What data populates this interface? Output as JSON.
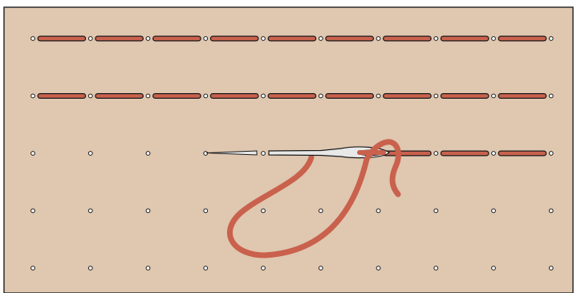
{
  "diagram": {
    "subject": "running-stitch-illustration",
    "colors": {
      "fabric": "#dfc7b0",
      "fabric_border": "#2b2b2b",
      "thread": "#c9614d",
      "outline": "#1a1a1a",
      "hole_fill": "#ffffff",
      "needle": "#e8e8e8"
    },
    "grid": {
      "columns": 10,
      "rows": 5
    },
    "rows": [
      {
        "stitched": true
      },
      {
        "stitched": true
      },
      {
        "stitched": "partial",
        "stitches_from_column": 6
      },
      {
        "stitched": false
      },
      {
        "stitched": false
      }
    ]
  }
}
